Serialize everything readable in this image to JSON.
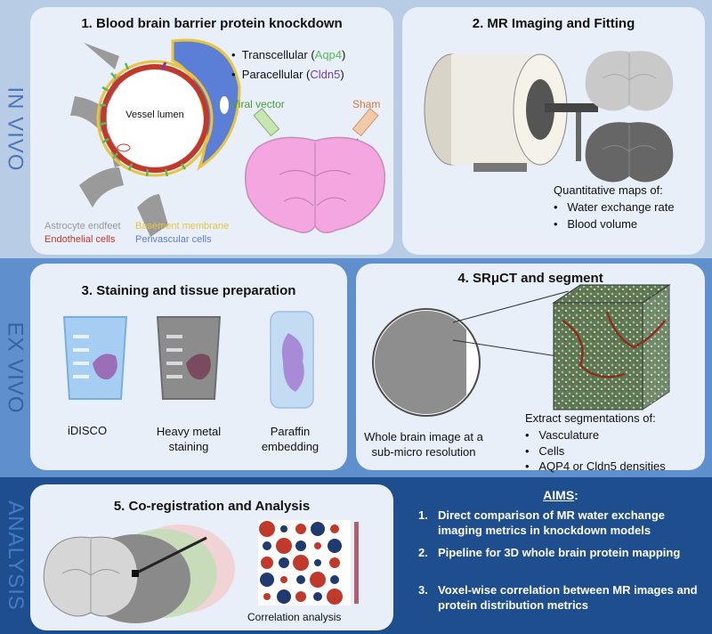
{
  "side_labels": {
    "in_vivo": "IN VIVO",
    "ex_vivo": "EX VIVO",
    "analysis": "ANALYSIS"
  },
  "panel1": {
    "title": "1. Blood brain barrier protein knockdown",
    "vessel_lumen": "Vessel lumen",
    "bullet_transcellular": "Transcellular (",
    "aqp4": "Aqp4",
    "bullet_paracellular": "Paracellular (",
    "cldn5": "Cldn5",
    "close_paren": ")",
    "viral_vector": "Viral vector",
    "sham": "Sham",
    "legend": {
      "astrocyte": "Astrocyte endfeet",
      "basement": "Basement membrane",
      "endothelial": "Endothelial cells",
      "perivascular": "Perivascular cells"
    }
  },
  "panel2": {
    "title": "2. MR Imaging and Fitting",
    "quant_heading": "Quantitative maps of:",
    "items": [
      "Water exchange rate",
      "Blood volume"
    ]
  },
  "panel3": {
    "title": "3. Staining and tissue preparation",
    "labels": [
      "iDISCO",
      "Heavy metal\nstaining",
      "Paraffin\nembedding"
    ]
  },
  "panel4": {
    "title": "4. SRμCT and segment",
    "whole_brain": "Whole brain image at a\nsub-micro resolution",
    "extract_heading": "Extract segmentations of:",
    "items": [
      "Vasculature",
      "Cells",
      "AQP4 or Cldn5 densities"
    ]
  },
  "panel5": {
    "title": "5. Co-registration and Analysis",
    "correlation": "Correlation analysis"
  },
  "aims": {
    "heading": "AIMS",
    "items": [
      "Direct comparison of MR water exchange imaging metrics in knockdown models",
      "Pipeline for 3D whole brain protein mapping",
      "Voxel-wise correlation between MR images and protein distribution metrics"
    ]
  },
  "colors": {
    "aqp4": "#5cb85c",
    "cldn5": "#6f3fb0",
    "viral": "#4a9a3a",
    "sham": "#e07a3a",
    "astrocyte": "#999999",
    "basement": "#e8c440",
    "endothelial": "#c0392b",
    "perivascular": "#5b7fd6"
  }
}
